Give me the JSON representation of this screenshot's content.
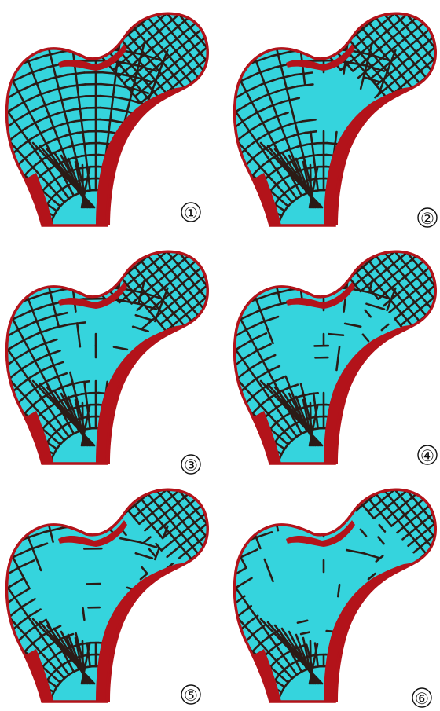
{
  "figure": {
    "colors": {
      "cancellous": "#35d4dd",
      "cortex": "#b3131a",
      "trabeculae": "#2b1b16",
      "background": "#ffffff"
    },
    "panels": [
      {
        "label": "①",
        "trabecular_loss": 0.0
      },
      {
        "label": "②",
        "trabecular_loss": 0.18
      },
      {
        "label": "③",
        "trabecular_loss": 0.35
      },
      {
        "label": "④",
        "trabecular_loss": 0.55
      },
      {
        "label": "⑤",
        "trabecular_loss": 0.72
      },
      {
        "label": "⑥",
        "trabecular_loss": 0.85
      }
    ]
  }
}
